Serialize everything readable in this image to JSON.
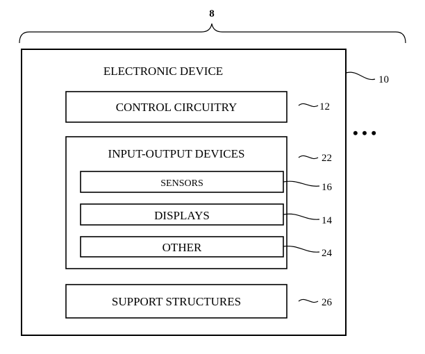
{
  "diagram": {
    "system_ref": "8",
    "device": {
      "label": "ELECTRONIC DEVICE",
      "ref": "10"
    },
    "control_circuitry": {
      "label": "CONTROL CIRCUITRY",
      "ref": "12"
    },
    "io_devices": {
      "label": "INPUT-OUTPUT DEVICES",
      "ref": "22"
    },
    "sensors": {
      "label": "SENSORS",
      "ref": "16"
    },
    "displays": {
      "label": "DISPLAYS",
      "ref": "14"
    },
    "other": {
      "label": "OTHER",
      "ref": "24"
    },
    "support_structures": {
      "label": "SUPPORT STRUCTURES",
      "ref": "26"
    },
    "ellipsis": "• • •"
  }
}
